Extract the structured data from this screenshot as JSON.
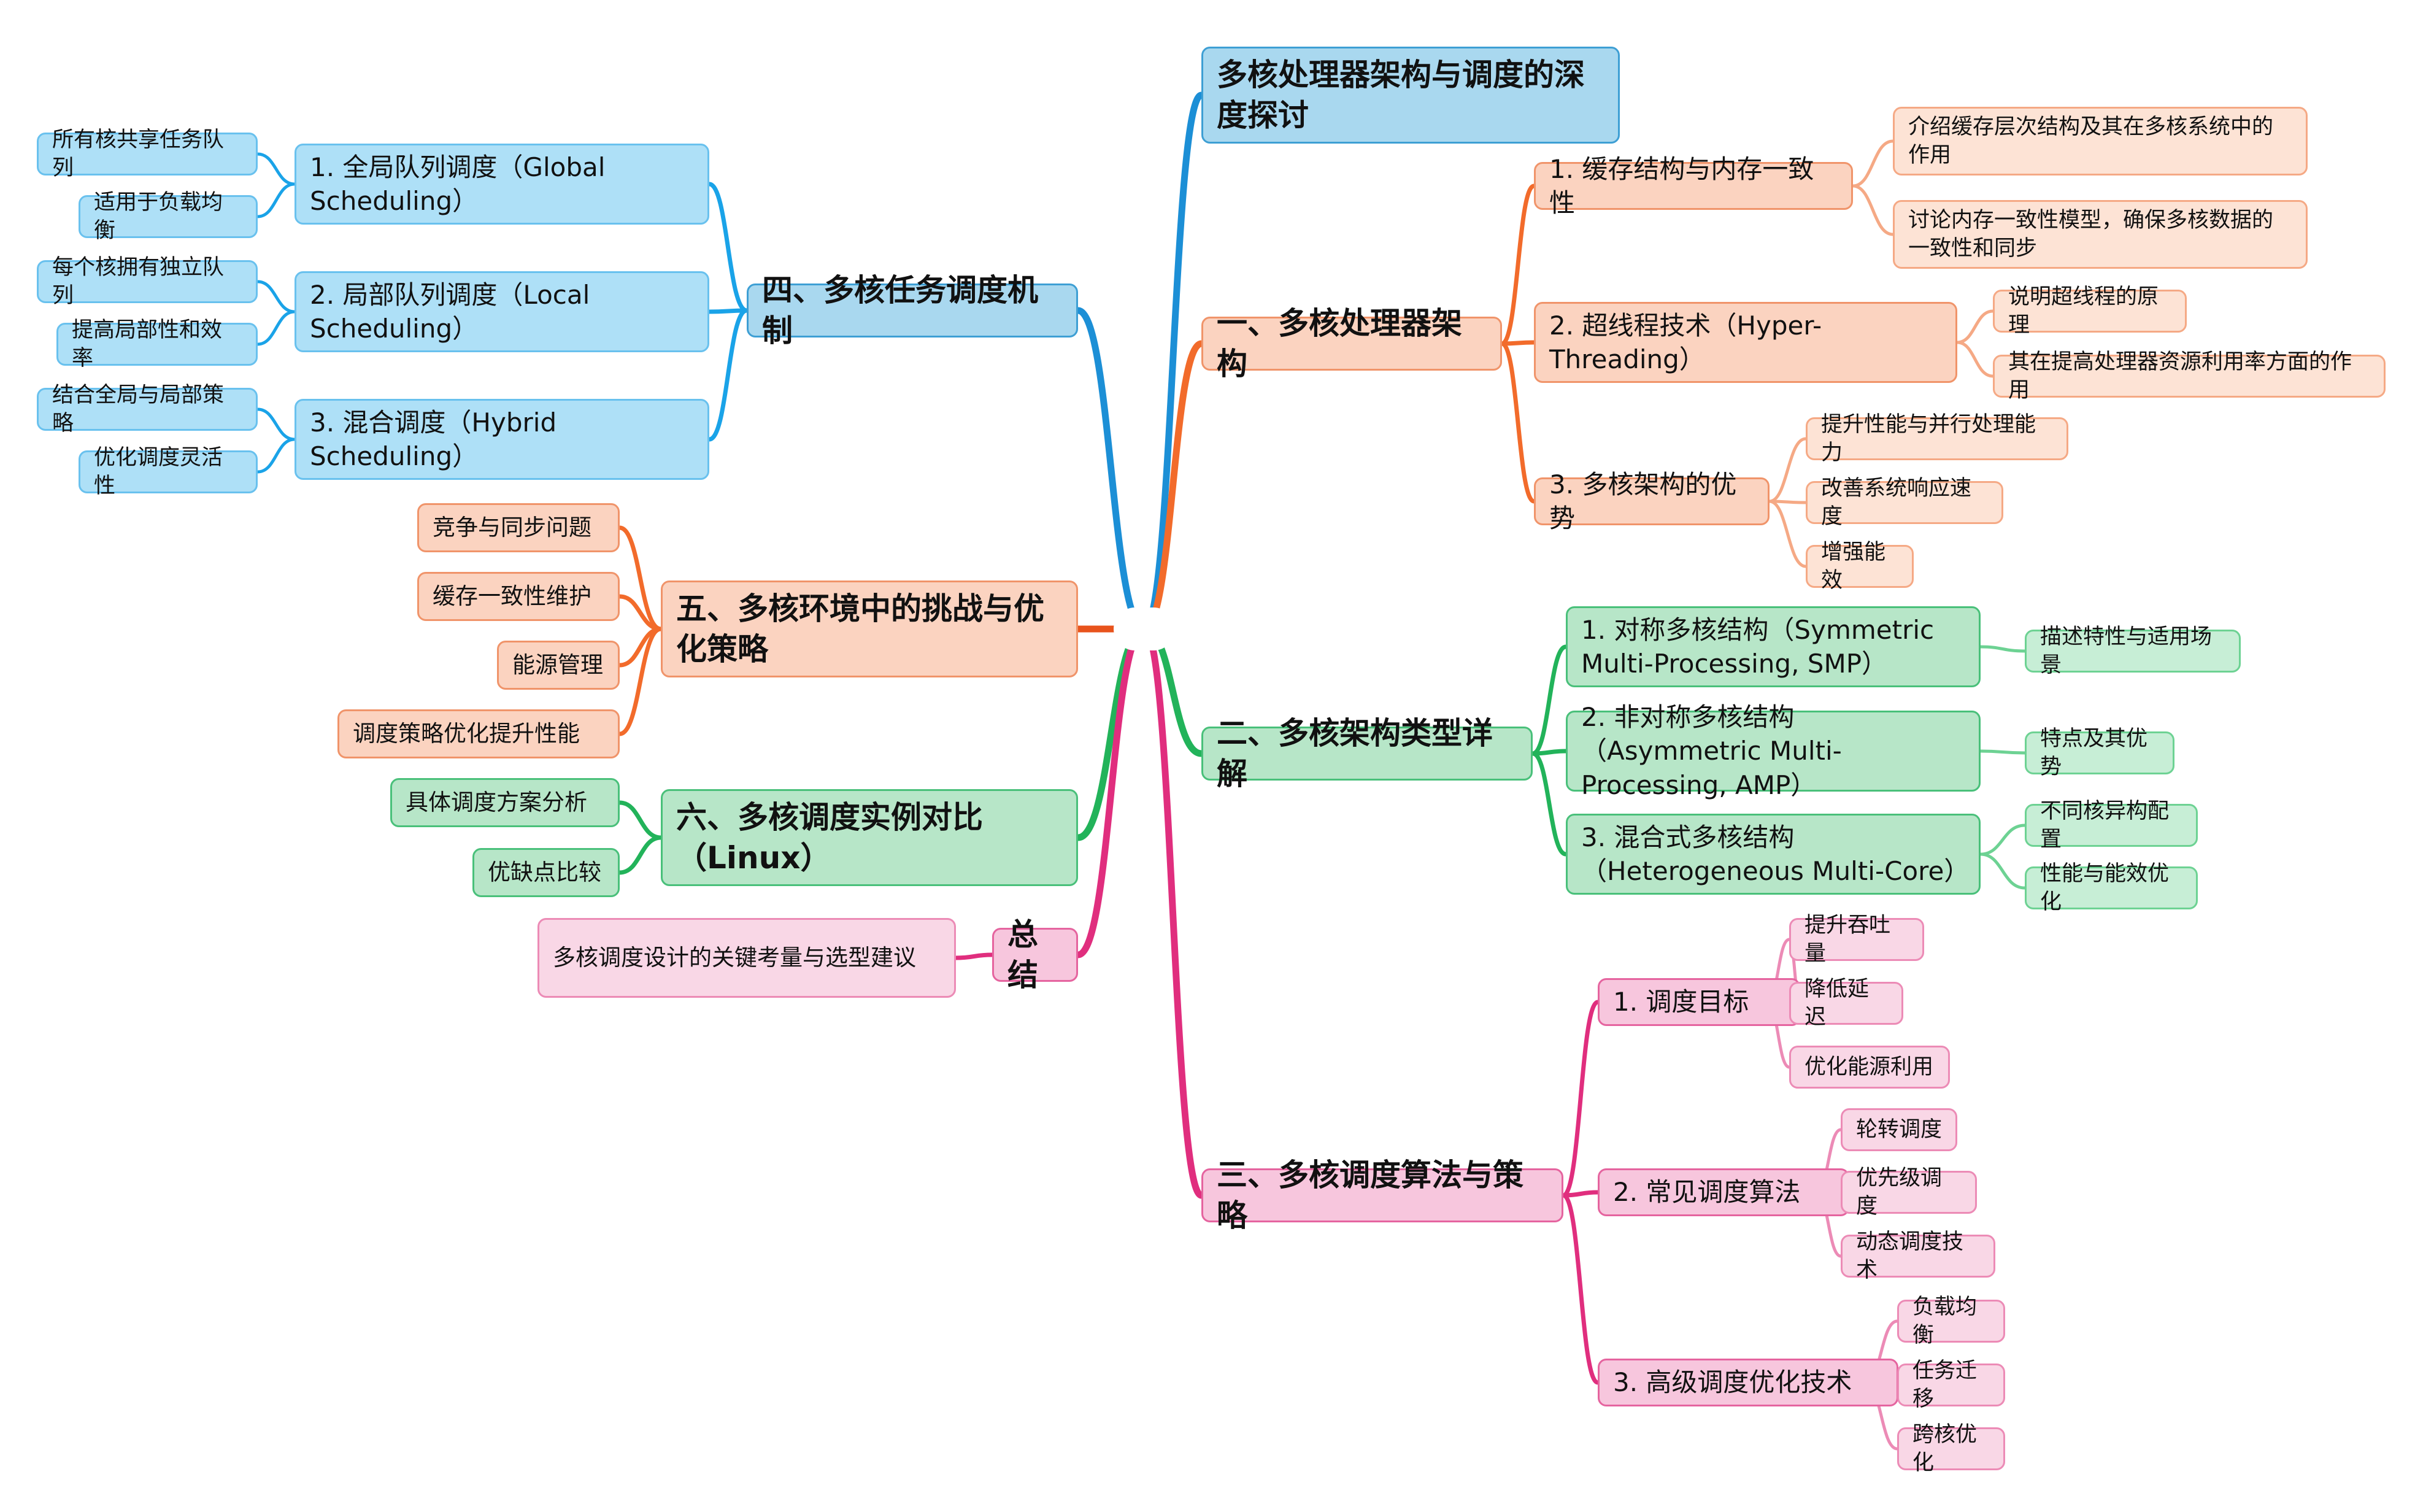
{
  "title": "多核处理器架构与调度的深度探讨",
  "branches": {
    "b1": {
      "label": "一、多核处理器架构",
      "color": "#f26b2b",
      "children": [
        {
          "label": "1. 缓存结构与内存一致性",
          "leaves": [
            "介绍缓存层次结构及其在多核系统中的作用",
            "讨论内存一致性模型，确保多核数据的一致性和同步"
          ]
        },
        {
          "label": "2. 超线程技术（Hyper-Threading）",
          "leaves": [
            "说明超线程的原理",
            "其在提高处理器资源利用率方面的作用"
          ]
        },
        {
          "label": "3. 多核架构的优势",
          "leaves": [
            "提升性能与并行处理能力",
            "改善系统响应速度",
            "增强能效"
          ]
        }
      ]
    },
    "b2": {
      "label": "二、多核架构类型详解",
      "color": "#22b35a",
      "children": [
        {
          "label": "1. 对称多核结构（Symmetric Multi-Processing, SMP）",
          "leaves": [
            "描述特性与适用场景"
          ]
        },
        {
          "label": "2. 非对称多核结构（Asymmetric Multi-Processing, AMP）",
          "leaves": [
            "特点及其优势"
          ]
        },
        {
          "label": "3. 混合式多核结构（Heterogeneous Multi-Core）",
          "leaves": [
            "不同核异构配置",
            "性能与能效优化"
          ]
        }
      ]
    },
    "b3": {
      "label": "三、多核调度算法与策略",
      "color": "#e02e7e",
      "children": [
        {
          "label": "1. 调度目标",
          "leaves": [
            "提升吞吐量",
            "降低延迟",
            "优化能源利用"
          ]
        },
        {
          "label": "2. 常见调度算法",
          "leaves": [
            "轮转调度",
            "优先级调度",
            "动态调度技术"
          ]
        },
        {
          "label": "3. 高级调度优化技术",
          "leaves": [
            "负载均衡",
            "任务迁移",
            "跨核优化"
          ]
        }
      ]
    },
    "b4": {
      "label": "四、多核任务调度机制",
      "color": "#1c8fd6",
      "children": [
        {
          "label": "1. 全局队列调度（Global Scheduling）",
          "leaves": [
            "所有核共享任务队列",
            "适用于负载均衡"
          ]
        },
        {
          "label": "2. 局部队列调度（Local Scheduling）",
          "leaves": [
            "每个核拥有独立队列",
            "提高局部性和效率"
          ]
        },
        {
          "label": "3. 混合调度（Hybrid Scheduling）",
          "leaves": [
            "结合全局与局部策略",
            "优化调度灵活性"
          ]
        }
      ]
    },
    "b5": {
      "label": "五、多核环境中的挑战与优化策略",
      "color": "#f26b2b",
      "leaves": [
        "竞争与同步问题",
        "缓存一致性维护",
        "能源管理",
        "调度策略优化提升性能"
      ]
    },
    "b6": {
      "label": "六、多核调度实例对比（Linux）",
      "color": "#22b35a",
      "leaves": [
        "具体调度方案分析",
        "优缺点比较"
      ]
    },
    "summary": {
      "label": "总结",
      "color": "#e02e7e",
      "leaves": [
        "多核调度设计的关键考量与选型建议"
      ]
    }
  }
}
